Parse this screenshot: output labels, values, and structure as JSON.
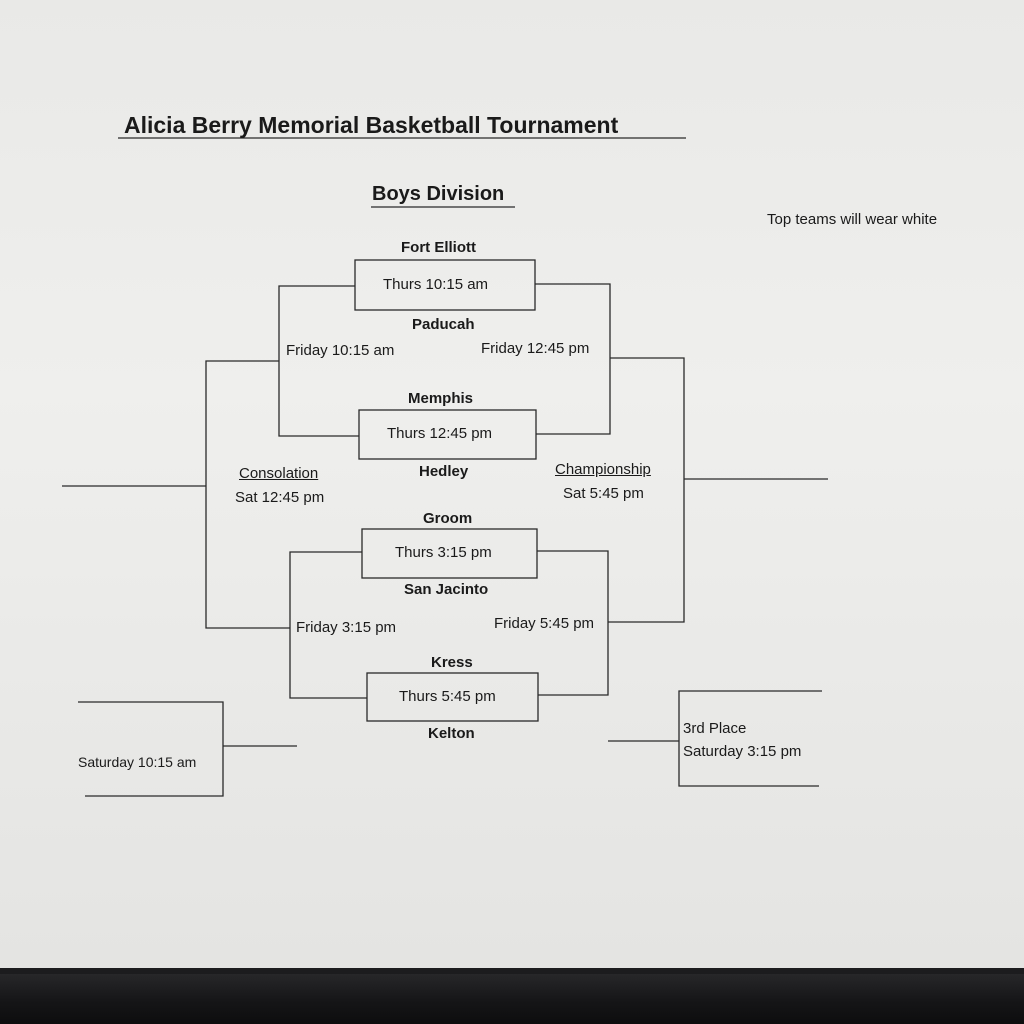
{
  "title": "Alicia Berry Memorial Basketball Tournament",
  "division": "Boys Division",
  "note": "Top teams will wear white",
  "teams": {
    "fort_elliott": "Fort Elliott",
    "paducah": "Paducah",
    "memphis": "Memphis",
    "hedley": "Hedley",
    "groom": "Groom",
    "san_jacinto": "San Jacinto",
    "kress": "Kress",
    "kelton": "Kelton"
  },
  "games": {
    "thurs_1": "Thurs 10:15 am",
    "thurs_2": "Thurs 12:45 pm",
    "thurs_3": "Thurs 3:15 pm",
    "thurs_4": "Thurs 5:45 pm",
    "friday_1": "Friday 10:15 am",
    "friday_2": "Friday 12:45 pm",
    "friday_3": "Friday 3:15 pm",
    "friday_4": "Friday 5:45 pm",
    "consolation_label": "Consolation",
    "consolation_time": "Sat 12:45 pm",
    "championship_label": "Championship",
    "championship_time": "Sat 5:45 pm",
    "saturday_early": "Saturday 10:15 am",
    "third_place_label": "3rd Place",
    "third_place_time": "Saturday 3:15 pm"
  }
}
